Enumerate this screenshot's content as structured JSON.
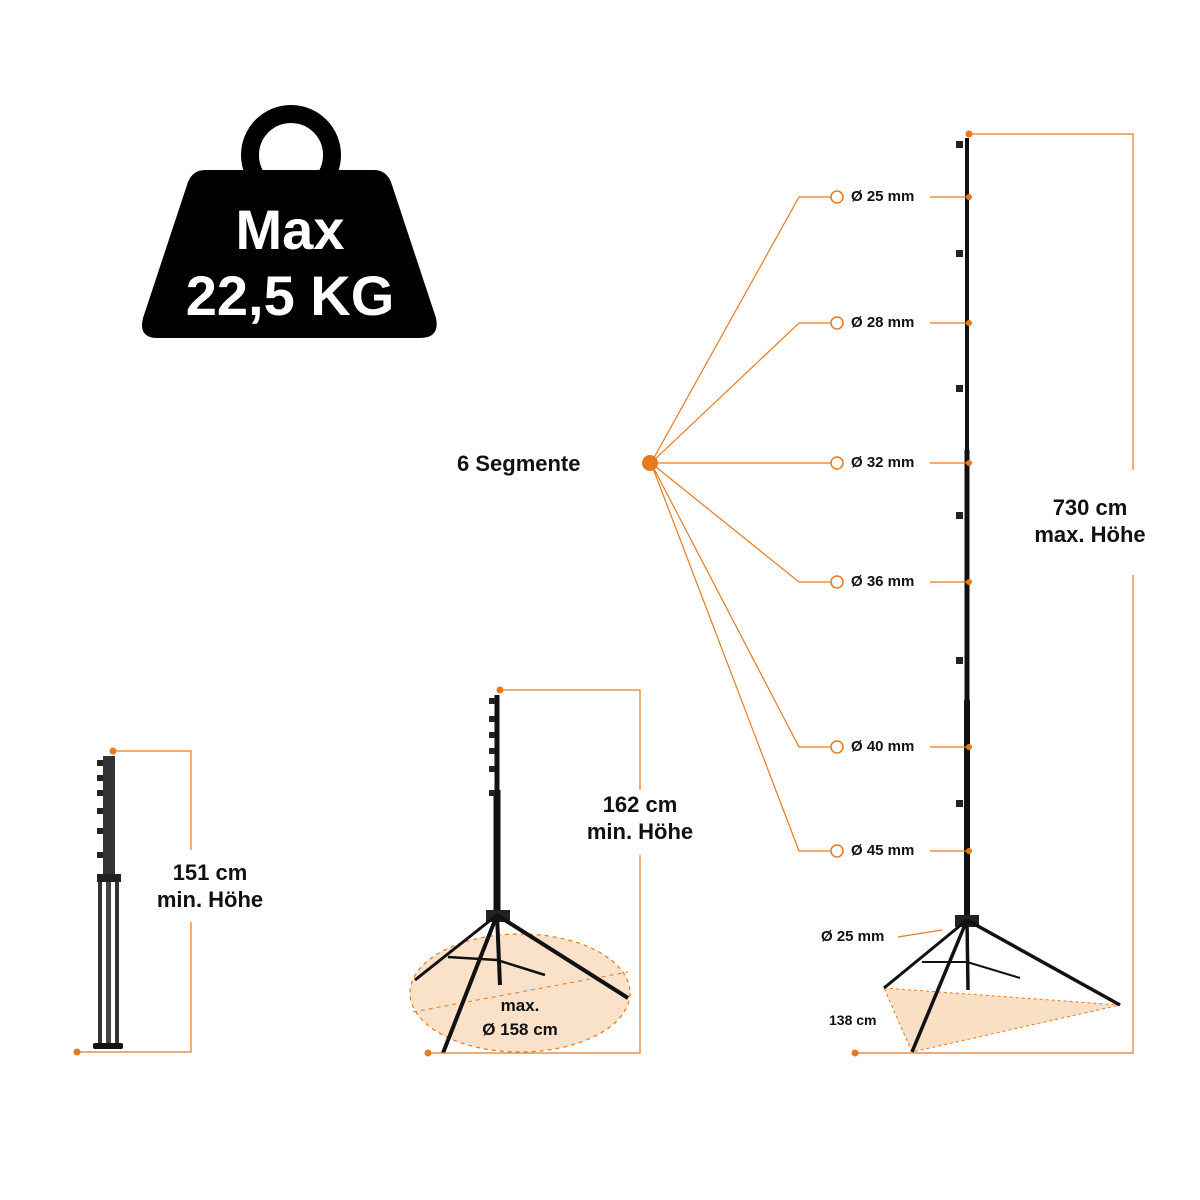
{
  "accent_color": "#e87a1e",
  "fill_color": "#f5c99d",
  "weight_badge": {
    "line1": "Max",
    "line2": "22,5 KG",
    "icon": "weight-icon"
  },
  "segments": {
    "label": "6 Segmente",
    "diameters": [
      "Ø 25 mm",
      "Ø 28 mm",
      "Ø 32 mm",
      "Ø 36 mm",
      "Ø 40 mm",
      "Ø 45 mm"
    ]
  },
  "stand_folded": {
    "height_value": "151 cm",
    "height_label": "min. Höhe"
  },
  "stand_min": {
    "height_value": "162 cm",
    "height_label": "min. Höhe",
    "footprint_line1": "max.",
    "footprint_line2": "Ø 158 cm"
  },
  "stand_max": {
    "height_value": "730 cm",
    "height_label": "max. Höhe",
    "leg_diameter": "Ø 25 mm",
    "base_width": "138 cm"
  }
}
